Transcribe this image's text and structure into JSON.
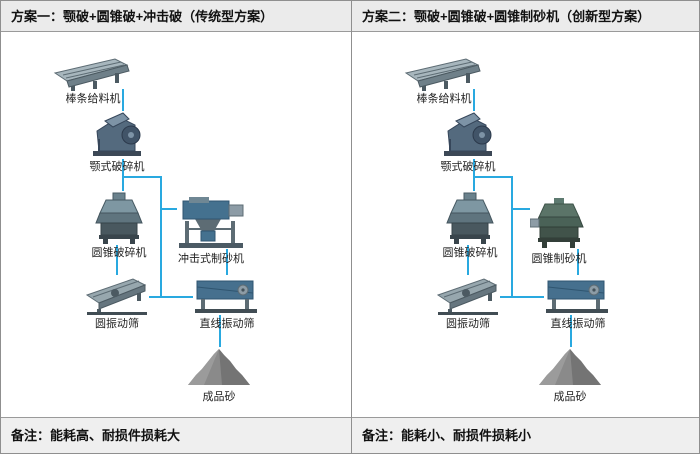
{
  "colors": {
    "connector_blue": "#29a9e0",
    "frame_border": "#8f8f8f",
    "header_bg": "#ebebeb",
    "footer_bg": "#efefef"
  },
  "panels": [
    {
      "header": "方案一：颚破+圆锥破+冲击破（传统型方案）",
      "footer": "备注：能耗高、耐损件损耗大",
      "nodes": {
        "feeder": "棒条给料机",
        "jaw_crusher": "颚式破碎机",
        "cone_crusher": "圆锥破碎机",
        "sand_maker": "冲击式制砂机",
        "circular_screen": "圆振动筛",
        "linear_screen": "直线振动筛",
        "product": "成品砂"
      }
    },
    {
      "header": "方案二：颚破+圆锥破+圆锥制砂机（创新型方案）",
      "footer": "备注：能耗小、耐损件损耗小",
      "nodes": {
        "feeder": "棒条给料机",
        "jaw_crusher": "颚式破碎机",
        "cone_crusher": "圆锥破碎机",
        "sand_maker": "圆锥制砂机",
        "circular_screen": "圆振动筛",
        "linear_screen": "直线振动筛",
        "product": "成品砂"
      }
    }
  ]
}
